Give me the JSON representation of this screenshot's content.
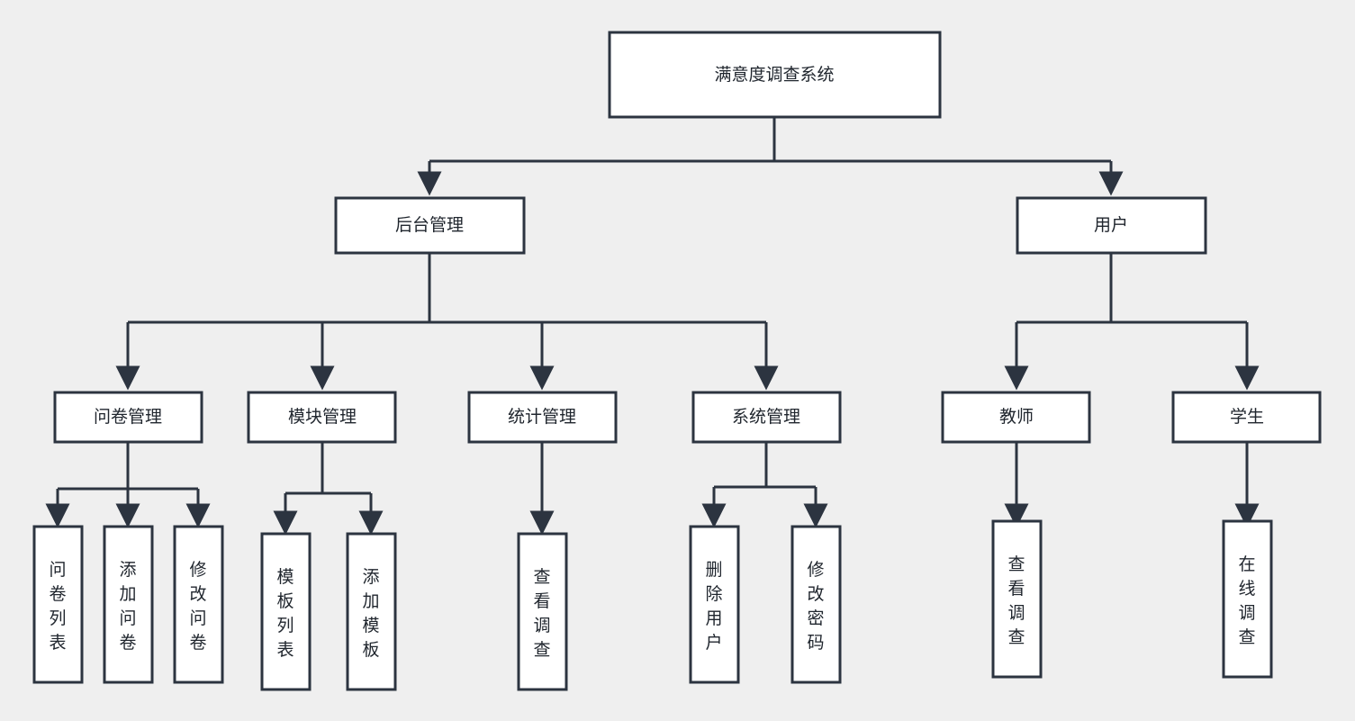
{
  "diagram": {
    "title": "满意度调查系统",
    "background_color": "#efefef",
    "node_fill": "#ffffff",
    "node_border_color": "#2c3440",
    "text_color": "#20262e",
    "nodes": {
      "root": {
        "label": "满意度调查系统",
        "orientation": "horizontal"
      },
      "admin": {
        "label": "后台管理",
        "orientation": "horizontal"
      },
      "user": {
        "label": "用户",
        "orientation": "horizontal"
      },
      "questionnaire_manage": {
        "label": "问卷管理",
        "orientation": "horizontal"
      },
      "module_manage": {
        "label": "模块管理",
        "orientation": "horizontal"
      },
      "statistics_manage": {
        "label": "统计管理",
        "orientation": "horizontal"
      },
      "system_manage": {
        "label": "系统管理",
        "orientation": "horizontal"
      },
      "teacher": {
        "label": "教师",
        "orientation": "horizontal"
      },
      "student": {
        "label": "学生",
        "orientation": "horizontal"
      },
      "questionnaire_list": {
        "label": "问卷列表",
        "orientation": "vertical",
        "chars": [
          "问",
          "卷",
          "列",
          "表"
        ]
      },
      "add_questionnaire": {
        "label": "添加问卷",
        "orientation": "vertical",
        "chars": [
          "添",
          "加",
          "问",
          "卷"
        ]
      },
      "edit_questionnaire": {
        "label": "修改问卷",
        "orientation": "vertical",
        "chars": [
          "修",
          "改",
          "问",
          "卷"
        ]
      },
      "template_list": {
        "label": "模板列表",
        "orientation": "vertical",
        "chars": [
          "模",
          "板",
          "列",
          "表"
        ]
      },
      "add_template": {
        "label": "添加模板",
        "orientation": "vertical",
        "chars": [
          "添",
          "加",
          "模",
          "板"
        ]
      },
      "view_survey_stats": {
        "label": "查看调查",
        "orientation": "vertical",
        "chars": [
          "查",
          "看",
          "调",
          "查"
        ]
      },
      "delete_user": {
        "label": "删除用户",
        "orientation": "vertical",
        "chars": [
          "删",
          "除",
          "用",
          "户"
        ]
      },
      "change_password": {
        "label": "修改密码",
        "orientation": "vertical",
        "chars": [
          "修",
          "改",
          "密",
          "码"
        ]
      },
      "teacher_view_survey": {
        "label": "查看调查",
        "orientation": "vertical",
        "chars": [
          "查",
          "看",
          "调",
          "查"
        ]
      },
      "student_online_survey": {
        "label": "在线调查",
        "orientation": "vertical",
        "chars": [
          "在",
          "线",
          "调",
          "查"
        ]
      }
    },
    "edges": [
      {
        "from": "root",
        "to": "admin"
      },
      {
        "from": "root",
        "to": "user"
      },
      {
        "from": "admin",
        "to": "questionnaire_manage"
      },
      {
        "from": "admin",
        "to": "module_manage"
      },
      {
        "from": "admin",
        "to": "statistics_manage"
      },
      {
        "from": "admin",
        "to": "system_manage"
      },
      {
        "from": "user",
        "to": "teacher"
      },
      {
        "from": "user",
        "to": "student"
      },
      {
        "from": "questionnaire_manage",
        "to": "questionnaire_list"
      },
      {
        "from": "questionnaire_manage",
        "to": "add_questionnaire"
      },
      {
        "from": "questionnaire_manage",
        "to": "edit_questionnaire"
      },
      {
        "from": "module_manage",
        "to": "template_list"
      },
      {
        "from": "module_manage",
        "to": "add_template"
      },
      {
        "from": "statistics_manage",
        "to": "view_survey_stats"
      },
      {
        "from": "system_manage",
        "to": "delete_user"
      },
      {
        "from": "system_manage",
        "to": "change_password"
      },
      {
        "from": "teacher",
        "to": "teacher_view_survey"
      },
      {
        "from": "student",
        "to": "student_online_survey"
      }
    ]
  }
}
